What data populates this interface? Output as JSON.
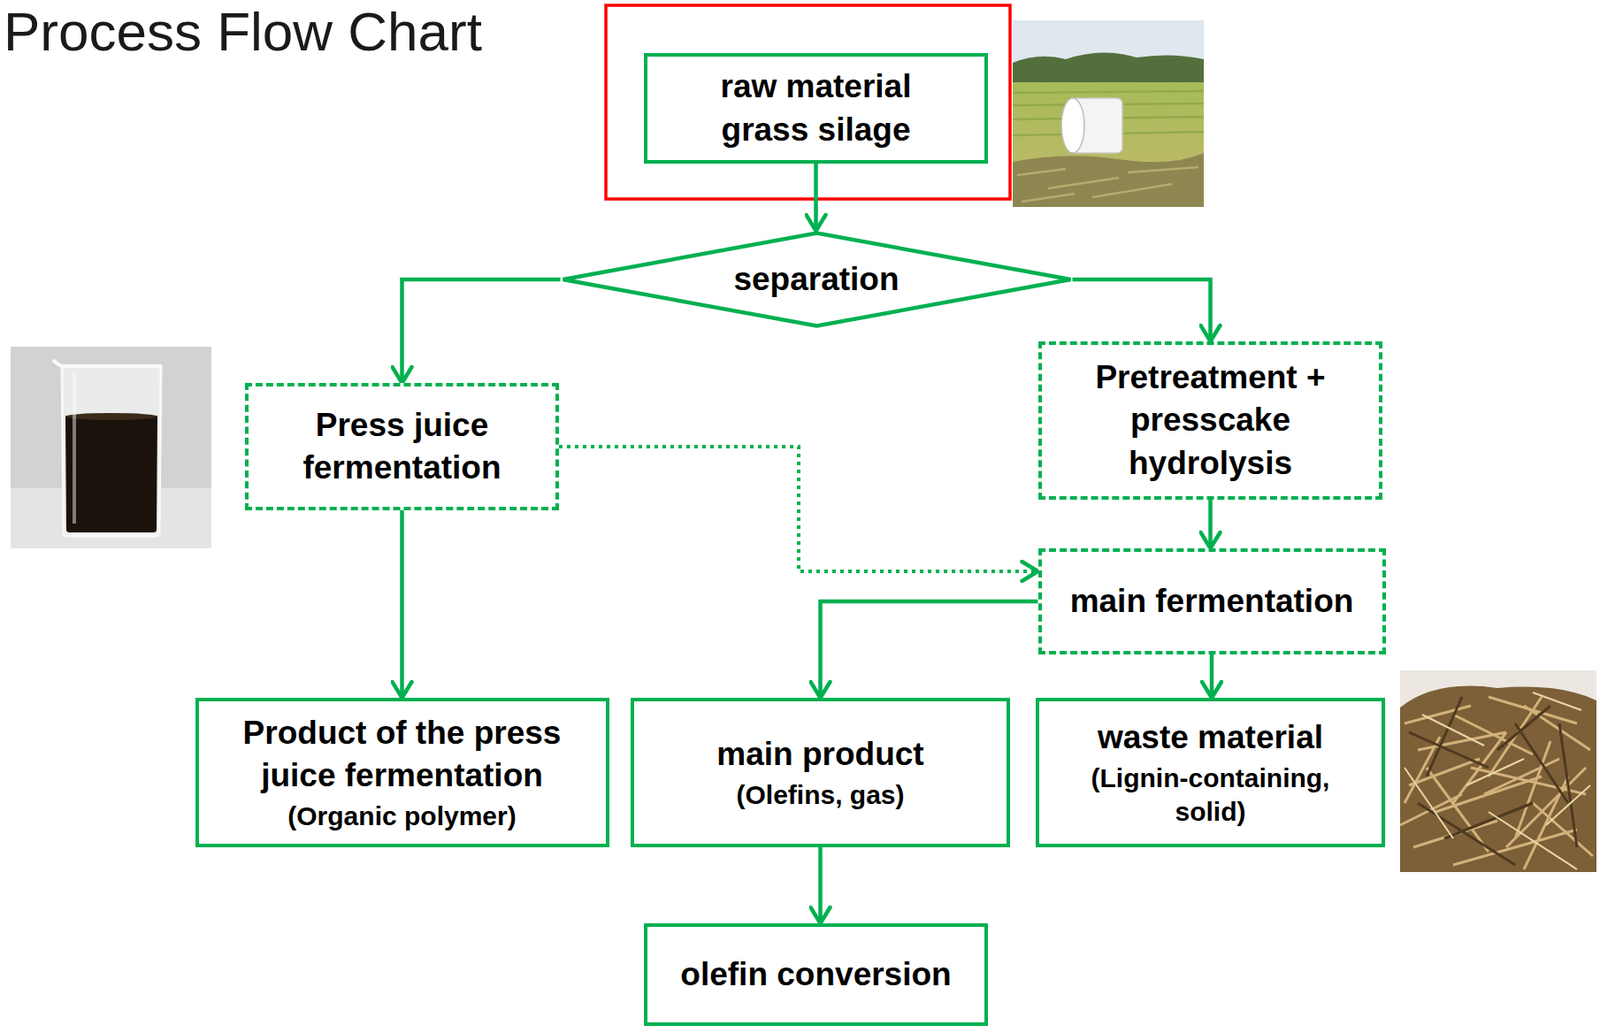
{
  "diagram": {
    "title": "Process Flow Chart",
    "nodes": [
      {
        "text": [
          "raw material grass silage"
        ]
      },
      {
        "text": [
          "separation"
        ]
      },
      {
        "text": [
          "Press juice fermentation"
        ]
      },
      {
        "text": [
          "Pretreatment + presscake hydrolysis"
        ]
      },
      {
        "text": [
          "main fermentation"
        ]
      },
      {
        "text": [
          "Product of the press juice fermentation",
          "(Organic polymer)"
        ]
      },
      {
        "text": [
          "main product",
          "(Olefins, gas)"
        ]
      },
      {
        "text": [
          "waste material",
          "(Lignin-containing, solid)"
        ]
      },
      {
        "text": [
          "olefin conversion"
        ]
      }
    ],
    "edges": [
      {
        "from": 0,
        "to": 1,
        "arrow": "to"
      },
      {
        "from": 1,
        "to": 2,
        "arrow": "to"
      },
      {
        "from": 1,
        "to": 3,
        "arrow": "to"
      },
      {
        "from": 2,
        "to": 5,
        "arrow": "to"
      },
      {
        "from": 2,
        "to": 4,
        "arrow": "to"
      },
      {
        "from": 3,
        "to": 4,
        "arrow": "to"
      },
      {
        "from": 4,
        "to": 6,
        "arrow": "to"
      },
      {
        "from": 4,
        "to": 7,
        "arrow": "to"
      },
      {
        "from": 6,
        "to": 8,
        "arrow": "to"
      }
    ]
  }
}
